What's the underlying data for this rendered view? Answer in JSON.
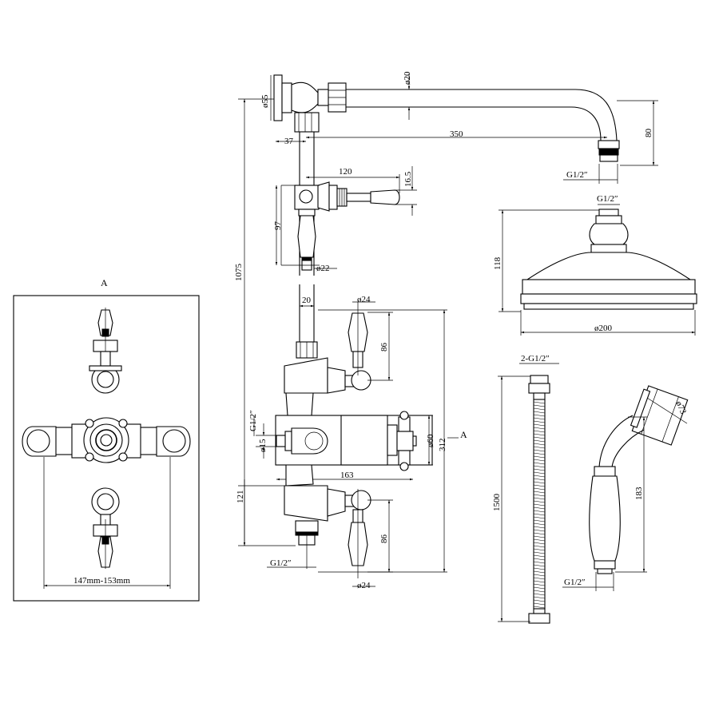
{
  "section_marker": "A",
  "labels": {
    "d55": "ø55",
    "d20": "ø20",
    "w37": "37",
    "w350": "350",
    "h80": "80",
    "g12_arm": "G1/2″",
    "w120": "120",
    "h16_5": "16.5",
    "h97": "97",
    "d22": "ø22",
    "h1075": "1075",
    "w20": "20",
    "d24_top": "ø24",
    "h86_top": "86",
    "g12_left": "G1/2″",
    "d15": "ø15",
    "d60": "ø60",
    "h312": "312",
    "w163": "163",
    "h121": "121",
    "h86_bot": "86",
    "g12_bottom": "G1/2″",
    "d24_bot": "ø24",
    "g12_head": "G1/2″",
    "h118": "118",
    "d200": "ø200",
    "g12_hose": "2-G1/2″",
    "h1500": "1500",
    "d73": "ø73",
    "h183": "183",
    "g12_handset": "G1/2″",
    "span_147_153": "147mm-153mm"
  }
}
